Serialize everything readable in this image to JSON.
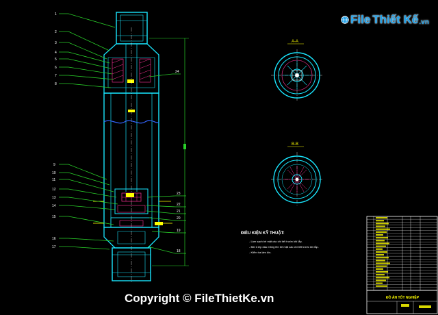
{
  "logo": {
    "brand_a": "File",
    "brand_b": "Thiết Kế",
    "brand_c": ".vn"
  },
  "drawing": {
    "left_labels": [
      "1",
      "2",
      "3",
      "4",
      "5",
      "6",
      "7",
      "8",
      "9",
      "10",
      "11",
      "12",
      "13",
      "14",
      "15",
      "16",
      "17"
    ],
    "right_labels": [
      "24",
      "23",
      "22",
      "21",
      "20",
      "19",
      "18"
    ],
    "section_a": "A-A",
    "section_b": "B-B",
    "tech_title": "ĐIỀU KIỆN KỸ THUẬT:",
    "tech_notes": [
      "- Làm sạch bề mặt các chi tiết trước khi lắp.",
      "- Bôi 1 lớp dầu mỏng lên bề mặt các chi tiết trước khi lắp.",
      "- Kiểm tra làm kín."
    ],
    "title_block_caption": "ĐỒ ÁN TỐT NGHIỆP"
  },
  "footer": {
    "copyright": "Copyright © FileThietKe.vn"
  },
  "colors": {
    "background": "#000000",
    "outline": "#19e6ff",
    "leader": "#2ad12a",
    "accent": "#ffff00",
    "hatch": "#ff3399",
    "logo_blue": "#1fa0e8"
  }
}
